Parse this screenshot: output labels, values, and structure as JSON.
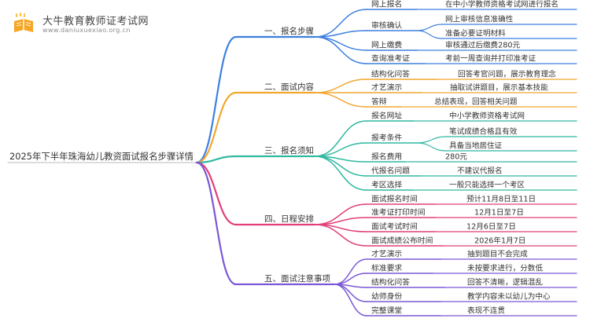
{
  "watermark": {
    "title": "大牛教育教师证考试网",
    "url": "www.daniuxuexiao.org.cn",
    "colors": {
      "book": "#f5a623",
      "sparkle": "#f5c242"
    }
  },
  "root": {
    "label": "2025年下半年珠海幼儿教资面试报名步骤详情"
  },
  "branches": [
    {
      "label": "一、报名步骤",
      "color": "#3d7fe0",
      "items": [
        {
          "label": "网上报名",
          "children": [
            "在中小学教师资格考试网进行报名"
          ]
        },
        {
          "label": "审核确认",
          "children": [
            "网上审核信息准确性",
            "准备必要证明材料"
          ]
        },
        {
          "label": "网上缴费",
          "children": [
            "审核通过后缴费280元"
          ]
        },
        {
          "label": "查询准考证",
          "children": [
            "考前一周查询并打印准考证"
          ]
        }
      ]
    },
    {
      "label": "二、面试内容",
      "color": "#f2a72e",
      "items": [
        {
          "label": "结构化问答",
          "children": [
            "回答考官问题，展示教育理念"
          ]
        },
        {
          "label": "才艺演示",
          "children": [
            "抽取试讲题目，展示基本技能"
          ]
        },
        {
          "label": "答辩",
          "children": [
            "总结表现，回答相关问题"
          ]
        }
      ]
    },
    {
      "label": "三、报名须知",
      "color": "#2fb8a0",
      "items": [
        {
          "label": "报名网址",
          "children": [
            "中小学教师资格考试网"
          ]
        },
        {
          "label": "报考条件",
          "children": [
            "笔试成绩合格且有效",
            "具备当地居住证"
          ]
        },
        {
          "label": "报名费用",
          "children": [
            "280元"
          ]
        },
        {
          "label": "代报名问题",
          "children": [
            "不建议代报名"
          ]
        },
        {
          "label": "考区选择",
          "children": [
            "一般只能选择一个考区"
          ]
        }
      ]
    },
    {
      "label": "四、日程安排",
      "color": "#e23e79",
      "items": [
        {
          "label": "面试报名时间",
          "children": [
            "预计11月8日至11日"
          ]
        },
        {
          "label": "准考证打印时间",
          "children": [
            "12月1日至7日"
          ]
        },
        {
          "label": "面试考试时间",
          "children": [
            "12月6日至7日"
          ]
        },
        {
          "label": "面试成绩公布时间",
          "children": [
            "2026年1月7日"
          ]
        }
      ]
    },
    {
      "label": "五、面试注意事项",
      "color": "#7a58d6",
      "items": [
        {
          "label": "才艺演示",
          "children": [
            "抽到题目不会完成"
          ]
        },
        {
          "label": "标准要求",
          "children": [
            "未按要求进行，分数低"
          ]
        },
        {
          "label": "结构化问答",
          "children": [
            "回答不清晰，逻辑混乱"
          ]
        },
        {
          "label": "幼师身份",
          "children": [
            "教学内容未以幼儿为中心"
          ]
        },
        {
          "label": "完整课堂",
          "children": [
            "表现不连贯"
          ]
        }
      ]
    }
  ]
}
